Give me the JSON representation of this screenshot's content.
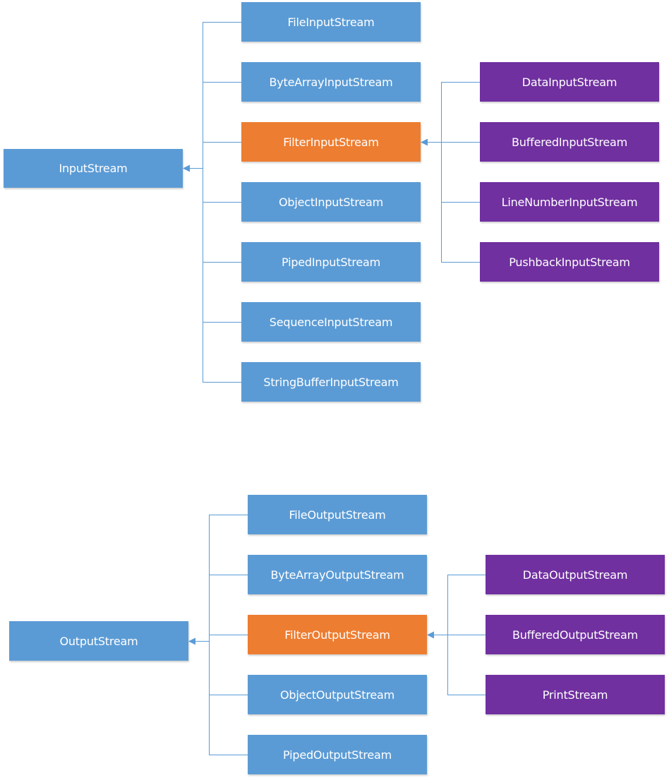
{
  "colors": {
    "base": "#5b9bd5",
    "filter": "#ed7d31",
    "decorator": "#7030a0",
    "line": "#5b9bd5",
    "text": "#ffffff"
  },
  "input": {
    "root": "InputStream",
    "children": [
      "FileInputStream",
      "ByteArrayInputStream",
      "FilterInputStream",
      "ObjectInputStream",
      "PipedInputStream",
      "SequenceInputStream",
      "StringBufferInputStream"
    ],
    "filter_children": [
      "DataInputStream",
      "BufferedInputStream",
      "LineNumberInputStream",
      "PushbackInputStream"
    ]
  },
  "output": {
    "root": "OutputStream",
    "children": [
      "FileOutputStream",
      "ByteArrayOutputStream",
      "FilterOutputStream",
      "ObjectOutputStream",
      "PipedOutputStream"
    ],
    "filter_children": [
      "DataOutputStream",
      "BufferedOutputStream",
      "PrintStream"
    ]
  }
}
